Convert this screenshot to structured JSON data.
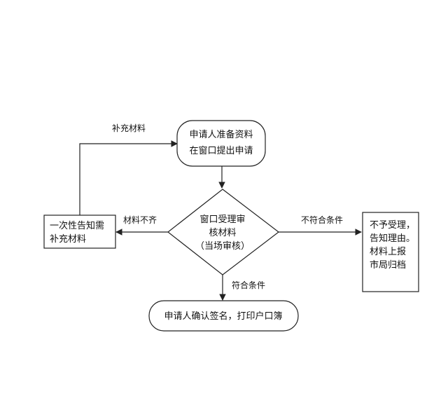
{
  "nodes": {
    "start": {
      "lines": [
        "申请人准备资料",
        "在窗口提出申请"
      ]
    },
    "review": {
      "lines": [
        "窗口受理审",
        "核材料",
        "（当场审核）"
      ]
    },
    "notify": {
      "lines": [
        "一次性告知需",
        "补充材料"
      ]
    },
    "reject": {
      "lines": [
        "不予受理，",
        "告知理由。",
        "材料上报",
        "市局归档"
      ]
    },
    "end": {
      "lines": [
        "申请人确认签名，打印户口簿"
      ]
    }
  },
  "edges": {
    "supplement": "补充材料",
    "incomplete": "材料不齐",
    "not_qualified": "不符合条件",
    "qualified": "符合条件"
  }
}
